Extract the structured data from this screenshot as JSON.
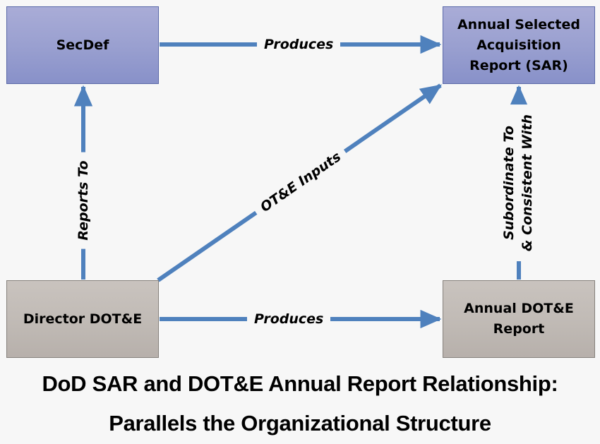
{
  "diagram": {
    "colors": {
      "arrow": "#4f81bd",
      "blue_box_fill": "#9aa0d0",
      "blue_box_border": "#5b69a8",
      "grey_box_fill": "#c1bbb6",
      "grey_box_border": "#86817c",
      "background": "#f7f7f7"
    },
    "nodes": {
      "secdef": {
        "label": "SecDef",
        "style": "blue"
      },
      "sar": {
        "label": "Annual Selected Acquisition Report (SAR)",
        "lines": [
          "Annual Selected",
          "Acquisition",
          "Report (SAR)"
        ],
        "style": "blue"
      },
      "director": {
        "label": "Director DOT&E",
        "style": "grey"
      },
      "dote_report": {
        "label": "Annual DOT&E Report",
        "lines": [
          "Annual DOT&E",
          "Report"
        ],
        "style": "grey"
      }
    },
    "edges": [
      {
        "from": "secdef",
        "to": "sar",
        "label": "Produces"
      },
      {
        "from": "director",
        "to": "secdef",
        "label": "Reports To"
      },
      {
        "from": "director",
        "to": "sar",
        "label": "OT&E Inputs"
      },
      {
        "from": "director",
        "to": "dote_report",
        "label": "Produces"
      },
      {
        "from": "dote_report",
        "to": "sar",
        "label": "Subordinate To & Consistent With",
        "lines": [
          "Subordinate To",
          "& Consistent With"
        ]
      }
    ]
  },
  "title": {
    "line1": "DoD SAR and DOT&E Annual Report Relationship:",
    "line2": "Parallels the Organizational Structure"
  }
}
